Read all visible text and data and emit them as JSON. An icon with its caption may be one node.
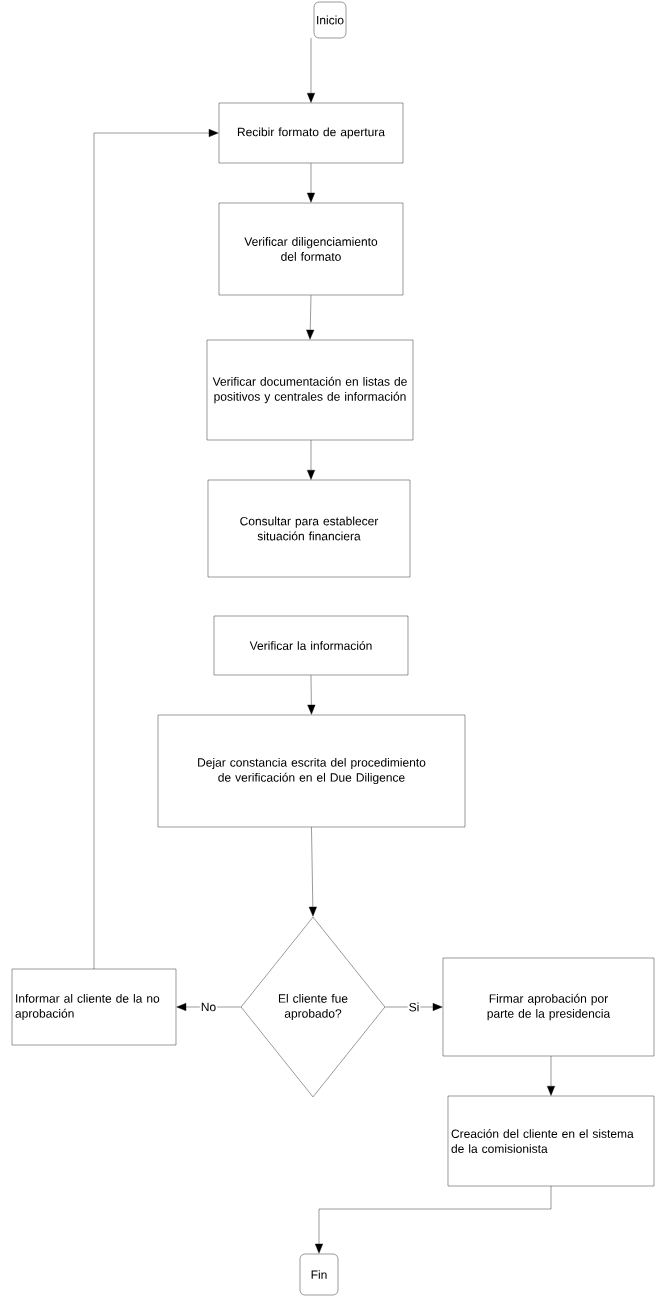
{
  "diagram": {
    "nodes": [
      {
        "text": [
          "Inicio"
        ]
      },
      {
        "text": [
          "Recibir formato de apertura"
        ]
      },
      {
        "text": [
          "Verificar diligenciamiento del formato"
        ]
      },
      {
        "text": [
          "Verificar documentación en listas de positivos y centrales de información"
        ]
      },
      {
        "text": [
          "Consultar para establecer situación financiera"
        ]
      },
      {
        "text": [
          "Verificar la información"
        ]
      },
      {
        "text": [
          "Dejar constancia escrita del procedimiento de verificación en el Due Diligence"
        ]
      },
      {
        "text": [
          "El cliente fue aprobado?"
        ]
      },
      {
        "text": [
          "Informar al cliente de la no aprobación"
        ]
      },
      {
        "text": [
          "Firmar aprobación por parte de la presidencia"
        ]
      },
      {
        "text": [
          "Creación del cliente en el sistema de la comisionista"
        ]
      },
      {
        "text": [
          "Fin"
        ]
      }
    ],
    "edges": [
      {
        "from": 0,
        "to": 1,
        "arrow": "to"
      },
      {
        "from": 1,
        "to": 2,
        "arrow": "to"
      },
      {
        "from": 2,
        "to": 3,
        "arrow": "to"
      },
      {
        "from": 3,
        "to": 4,
        "arrow": "to"
      },
      {
        "from": 5,
        "to": 6,
        "arrow": "to"
      },
      {
        "from": 6,
        "to": 7,
        "arrow": "to"
      },
      {
        "from": 7,
        "to": 8,
        "arrow": "to",
        "label": "No"
      },
      {
        "from": 7,
        "to": 9,
        "arrow": "to",
        "label": "Si"
      },
      {
        "from": 9,
        "to": 10,
        "arrow": "to"
      },
      {
        "from": 10,
        "to": 11,
        "arrow": "to"
      },
      {
        "from": 8,
        "to": 1,
        "arrow": "to"
      }
    ]
  }
}
